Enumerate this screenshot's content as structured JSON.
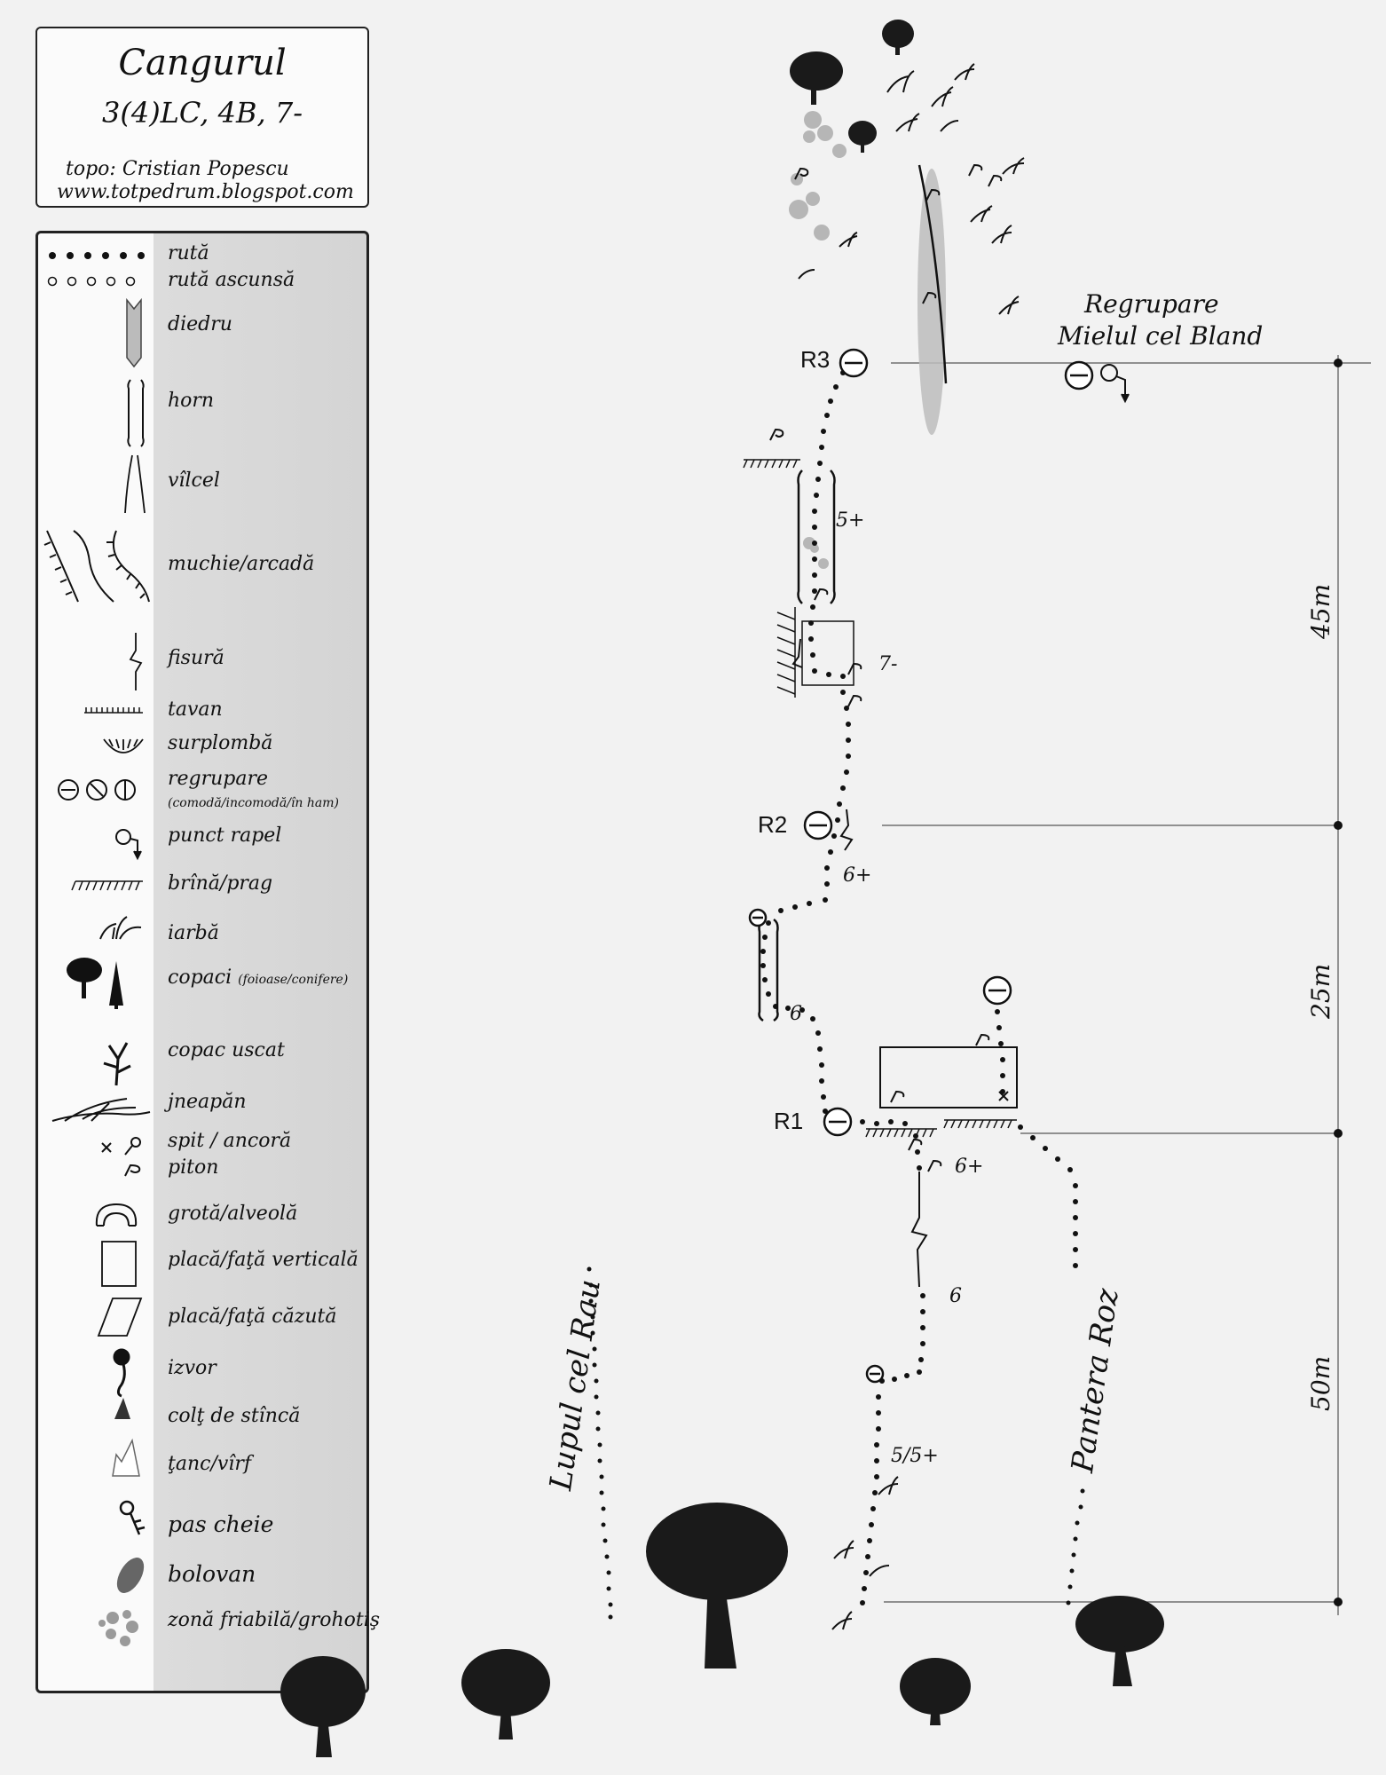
{
  "header": {
    "route_name": "Cangurul",
    "grade": "3(4)LC, 4B, 7-",
    "topo": "topo: Cristian Popescu",
    "website": "www.totpedrum.blogspot.com"
  },
  "legend": {
    "items": [
      {
        "label": "rută"
      },
      {
        "label": "rută ascunsă"
      },
      {
        "label": "diedru"
      },
      {
        "label": "horn"
      },
      {
        "label": "vîlcel"
      },
      {
        "label": "muchie/arcadă"
      },
      {
        "label": "fisură"
      },
      {
        "label": "tavan"
      },
      {
        "label": "surplombă"
      },
      {
        "label": "regrupare",
        "note": "(comodă/incomodă/în ham)"
      },
      {
        "label": "punct rapel"
      },
      {
        "label": "brînă/prag"
      },
      {
        "label": "iarbă"
      },
      {
        "label": "copaci",
        "note": "(foioase/conifere)"
      },
      {
        "label": "copac uscat"
      },
      {
        "label": "jneapăn"
      },
      {
        "label": "spit / ancoră"
      },
      {
        "label": "piton"
      },
      {
        "label": "grotă/alveolă"
      },
      {
        "label": "placă/faţă verticală"
      },
      {
        "label": "placă/faţă căzută"
      },
      {
        "label": "izvor"
      },
      {
        "label": "colţ de stîncă"
      },
      {
        "label": "ţanc/vîrf"
      },
      {
        "label": "pas cheie"
      },
      {
        "label": "bolovan"
      },
      {
        "label": "zonă friabilă/grohotiş"
      }
    ]
  },
  "topo": {
    "belays": {
      "r1": "R1",
      "r2": "R2",
      "r3": "R3"
    },
    "grades": {
      "g1": "5+",
      "g2": "7-",
      "g3": "6+",
      "g4": "6",
      "g5": "6+",
      "g6": "6",
      "g7": "5/5+"
    },
    "neighbour_belay": {
      "line1": "Regrupare",
      "line2": "Mielul cel Bland"
    },
    "neighbour_routes": {
      "left": "Lupul cel Rau",
      "right": "Pantera Roz"
    },
    "pitch_lengths": {
      "p3": "45m",
      "p2": "25m",
      "p1": "50m"
    }
  }
}
